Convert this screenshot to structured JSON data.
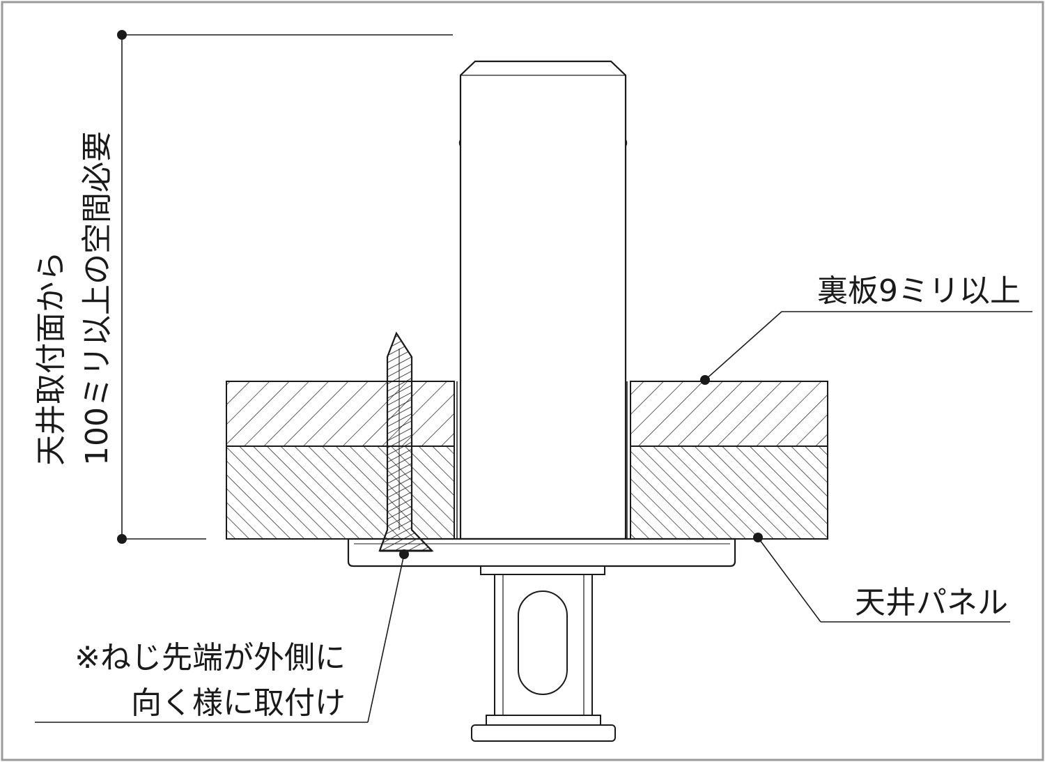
{
  "diagram": {
    "labels": {
      "clearance_line1": "天井取付面から",
      "clearance_line2": "100ミリ以上の空間必要",
      "backing_board": "裏板9ミリ以上",
      "ceiling_panel": "天井パネル",
      "screw_note_line1": "※ねじ先端が外側に",
      "screw_note_line2": "向く様に取付け"
    },
    "colors": {
      "line": "#1a1a1a",
      "frame": "#9a9a9a",
      "background": "#ffffff"
    }
  }
}
